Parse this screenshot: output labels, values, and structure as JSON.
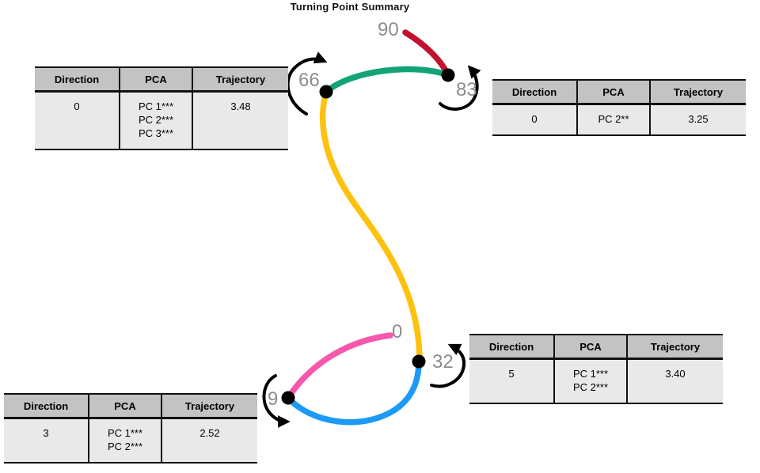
{
  "title": "Turning Point Summary",
  "colors": {
    "label": "#8c8c8c",
    "arrow": "#000000",
    "dot": "#000000",
    "table_header_bg": "#c3c3c3",
    "table_body_bg": "#e9e9e9",
    "segment_0_9": "#f757ac",
    "segment_9_32": "#1b9af7",
    "segment_32_66": "#fec10d",
    "segment_66_83": "#12a377",
    "segment_83_90": "#c1122f"
  },
  "points": {
    "start": {
      "label": "0"
    },
    "tp9": {
      "label": "9"
    },
    "tp32": {
      "label": "32"
    },
    "tp66": {
      "label": "66"
    },
    "tp83": {
      "label": "83"
    },
    "end": {
      "label": "90"
    }
  },
  "tables": [
    {
      "position": "top-left",
      "headers": [
        "Direction",
        "PCA",
        "Trajectory"
      ],
      "direction": "0",
      "pca": [
        "PC 1***",
        "PC 2***",
        "PC 3***"
      ],
      "trajectory": "3.48"
    },
    {
      "position": "top-right",
      "headers": [
        "Direction",
        "PCA",
        "Trajectory"
      ],
      "direction": "0",
      "pca": [
        "PC 2**"
      ],
      "trajectory": "3.25"
    },
    {
      "position": "bottom-right",
      "headers": [
        "Direction",
        "PCA",
        "Trajectory"
      ],
      "direction": "5",
      "pca": [
        "PC 1***",
        "PC 2***"
      ],
      "trajectory": "3.40"
    },
    {
      "position": "bottom-left",
      "headers": [
        "Direction",
        "PCA",
        "Trajectory"
      ],
      "direction": "3",
      "pca": [
        "PC 1***",
        "PC 2***"
      ],
      "trajectory": "2.52"
    }
  ]
}
